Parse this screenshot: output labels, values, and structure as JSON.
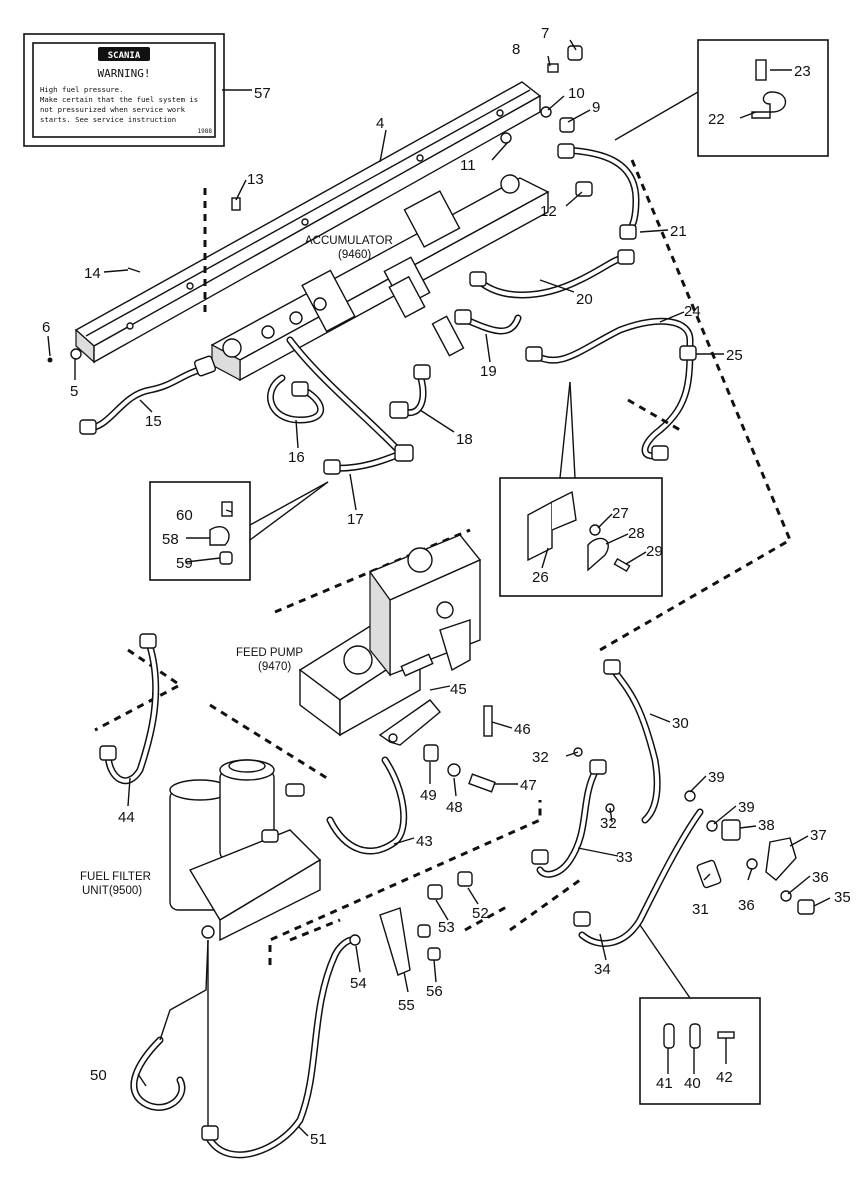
{
  "warning_plate": {
    "brand": "SCANIA",
    "heading": "WARNING!",
    "lines": [
      "High fuel pressure.",
      "Make certain that the fuel system is",
      "not pressurized when service work",
      "starts. See service instruction"
    ],
    "code": "1988"
  },
  "labels": {
    "accumulator": "ACCUMULATOR",
    "accumulator_code": "(9460)",
    "feed_pump": "FEED PUMP",
    "feed_pump_code": "(9470)",
    "fuel_filter": "FUEL FILTER",
    "fuel_filter_code": "UNIT(9500)"
  },
  "callouts": [
    "4",
    "5",
    "6",
    "7",
    "8",
    "9",
    "10",
    "11",
    "12",
    "13",
    "14",
    "15",
    "16",
    "17",
    "18",
    "19",
    "20",
    "21",
    "22",
    "23",
    "24",
    "25",
    "26",
    "27",
    "28",
    "29",
    "30",
    "31",
    "32",
    "32",
    "33",
    "34",
    "35",
    "36",
    "36",
    "37",
    "38",
    "39",
    "39",
    "40",
    "41",
    "42",
    "43",
    "44",
    "45",
    "46",
    "47",
    "48",
    "49",
    "50",
    "51",
    "52",
    "53",
    "54",
    "55",
    "56",
    "57",
    "58",
    "59",
    "60"
  ]
}
